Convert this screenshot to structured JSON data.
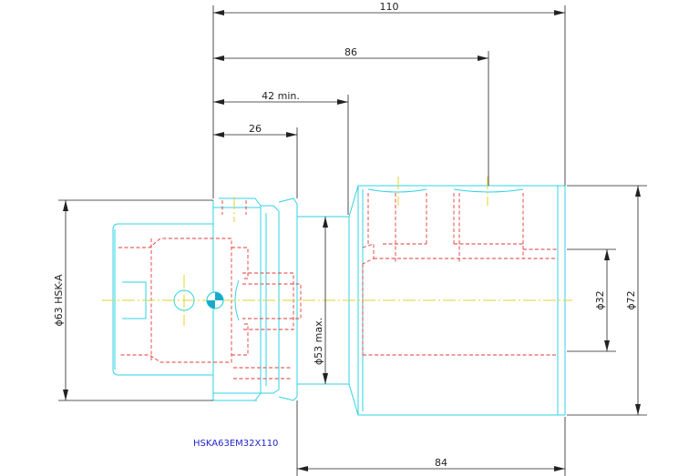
{
  "drawing": {
    "part_label": "HSKA63EM32X110",
    "dimensions": {
      "total_length": "110",
      "length_86": "86",
      "min_length": "42 min.",
      "flange_length": "26",
      "body_length": "84",
      "hsk_diameter": "ϕ63 HSK-A",
      "neck_diameter": "ϕ53 max.",
      "bore_diameter": "ϕ32",
      "body_diameter": "ϕ72"
    },
    "colors": {
      "outline": "#2fd3e6",
      "hidden_lines": "#e23a3a",
      "center_lines": "#e6d22e",
      "dimension_lines": "#222222",
      "label": "#2424d0"
    }
  }
}
